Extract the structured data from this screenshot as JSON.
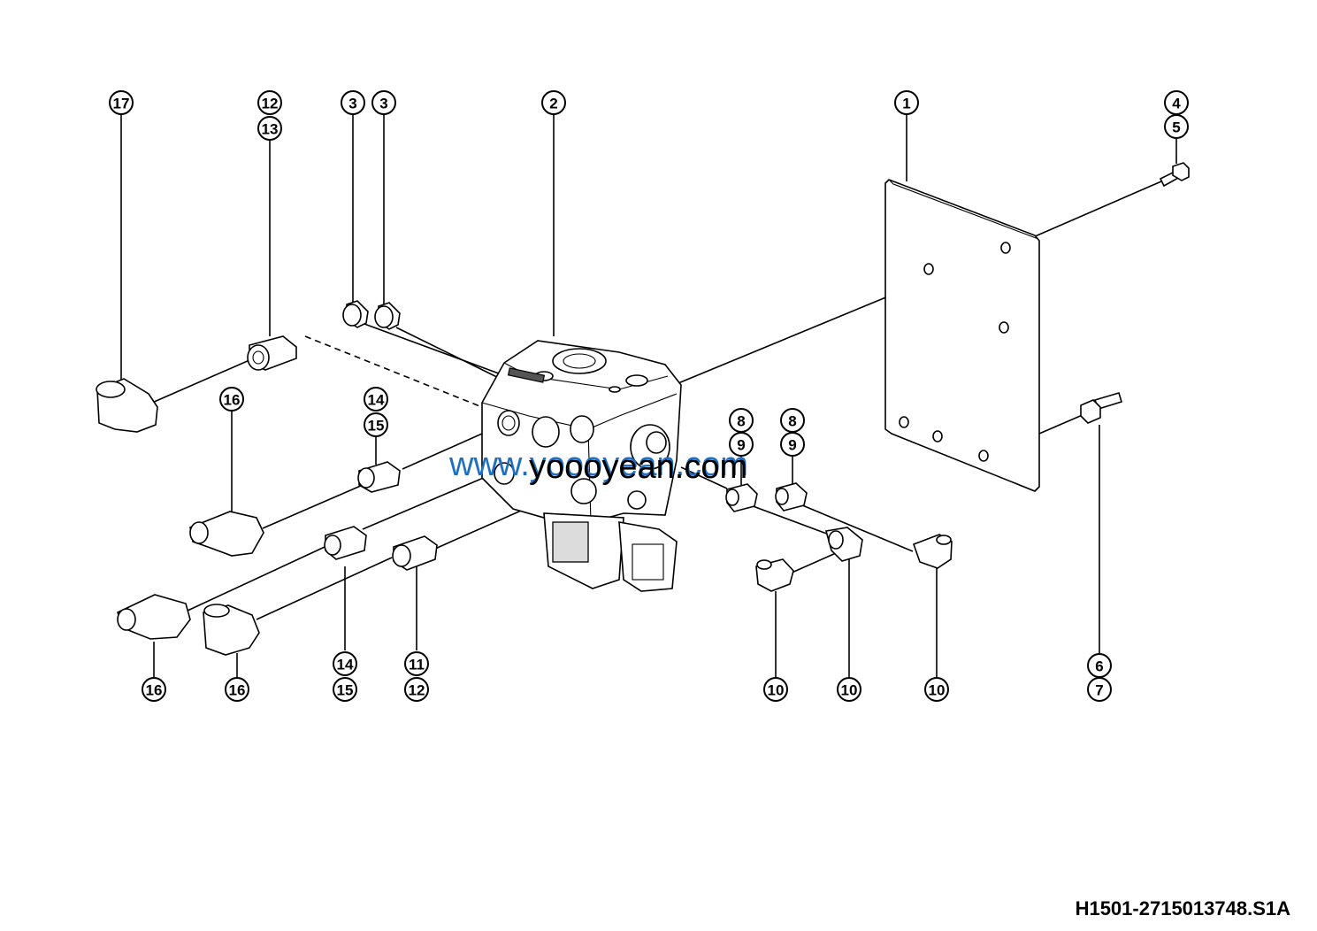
{
  "drawing_id": "H1501-2715013748.S1A",
  "watermark": {
    "blue_text": "www.yoooyean.com",
    "black_text": "yoooyean.com"
  },
  "callouts": [
    {
      "label": "17"
    },
    {
      "label": "12"
    },
    {
      "label": "13"
    },
    {
      "label": "3"
    },
    {
      "label": "3"
    },
    {
      "label": "2"
    },
    {
      "label": "1"
    },
    {
      "label": "4"
    },
    {
      "label": "5"
    },
    {
      "label": "16"
    },
    {
      "label": "14"
    },
    {
      "label": "15"
    },
    {
      "label": "8"
    },
    {
      "label": "9"
    },
    {
      "label": "8"
    },
    {
      "label": "9"
    },
    {
      "label": "16"
    },
    {
      "label": "16"
    },
    {
      "label": "14"
    },
    {
      "label": "15"
    },
    {
      "label": "11"
    },
    {
      "label": "12"
    },
    {
      "label": "10"
    },
    {
      "label": "10"
    },
    {
      "label": "10"
    },
    {
      "label": "6"
    },
    {
      "label": "7"
    }
  ]
}
